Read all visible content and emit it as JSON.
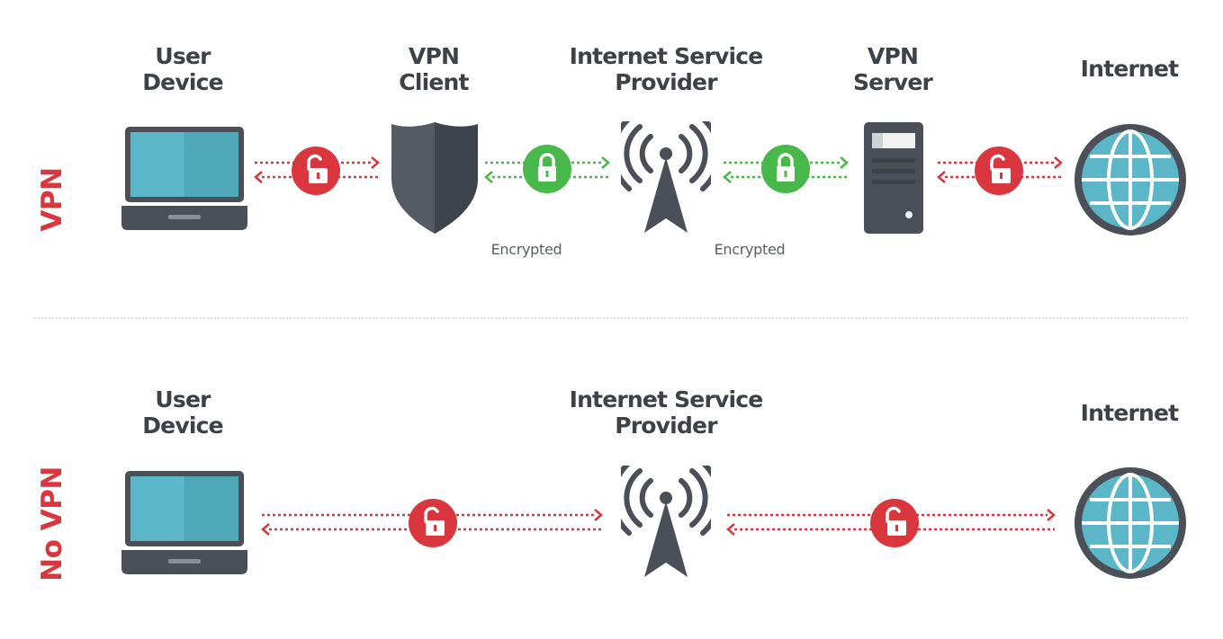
{
  "colors": {
    "accent_red": "#d9363d",
    "secure_green": "#49b84a",
    "dark_gray": "#4a4f58",
    "screen_teal": "#5bb7c7"
  },
  "vpn_row": {
    "label": "VPN",
    "nodes": {
      "user_device": "User\nDevice",
      "vpn_client": "VPN\nClient",
      "isp": "Internet Service\nProvider",
      "vpn_server": "VPN\nServer",
      "internet": "Internet"
    },
    "connections": [
      {
        "from": "User Device",
        "to": "VPN Client",
        "status": "unlocked",
        "icon": "unlocked-padlock-icon"
      },
      {
        "from": "VPN Client",
        "to": "Internet Service Provider",
        "status": "locked",
        "icon": "locked-padlock-icon"
      },
      {
        "from": "Internet Service Provider",
        "to": "VPN Server",
        "status": "locked",
        "icon": "locked-padlock-icon"
      },
      {
        "from": "VPN Server",
        "to": "Internet",
        "status": "unlocked",
        "icon": "unlocked-padlock-icon"
      }
    ],
    "encrypted_labels": [
      "Encrypted",
      "Encrypted"
    ]
  },
  "novpn_row": {
    "label": "No VPN",
    "nodes": {
      "user_device": "User\nDevice",
      "isp": "Internet Service\nProvider",
      "internet": "Internet"
    },
    "connections": [
      {
        "from": "User Device",
        "to": "Internet Service Provider",
        "status": "unlocked",
        "icon": "unlocked-padlock-icon"
      },
      {
        "from": "Internet Service Provider",
        "to": "Internet",
        "status": "unlocked",
        "icon": "unlocked-padlock-icon"
      }
    ]
  }
}
